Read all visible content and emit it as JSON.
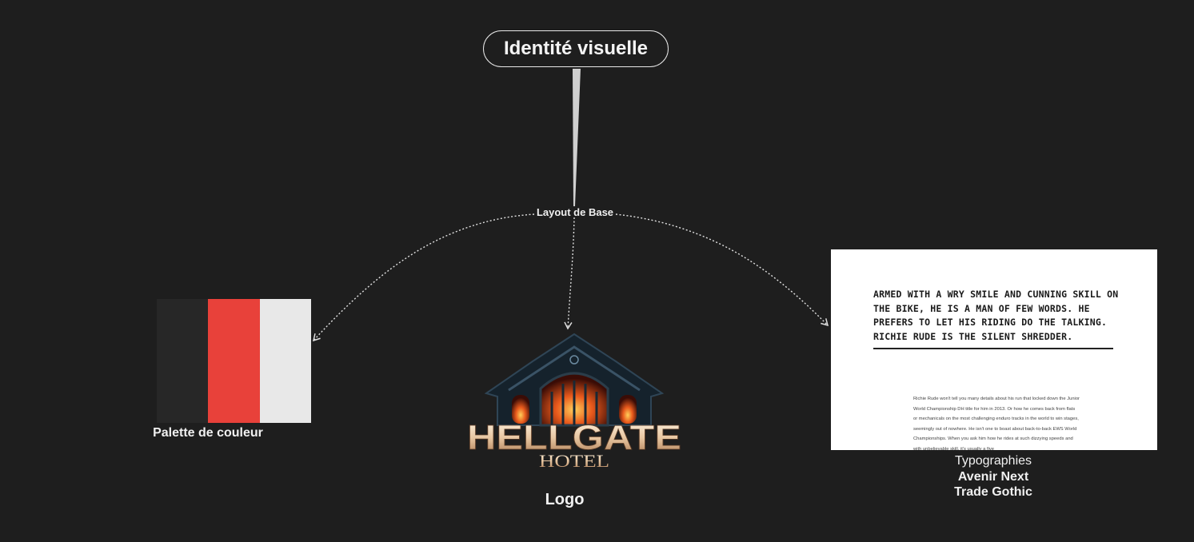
{
  "root": {
    "title": "Identité visuelle"
  },
  "hub": {
    "label": "Layout de Base"
  },
  "palette": {
    "label": "Palette de couleur",
    "swatches": [
      "#1e1e1e",
      "#272727",
      "#e8413a",
      "#e8e8e8"
    ]
  },
  "logo": {
    "label": "Logo",
    "brand_main": "HELLGATE",
    "brand_sub": "HOTEL"
  },
  "typography": {
    "label": "Typographies",
    "fonts": [
      "Avenir Next",
      "Trade Gothic"
    ],
    "sample_heading": "ARMED WITH A WRY SMILE AND CUNNING SKILL ON THE BIKE, HE IS A MAN OF FEW WORDS. HE PREFERS TO LET HIS RIDING DO THE TALKING. RICHIE RUDE IS THE SILENT SHREDDER.",
    "sample_body": "Richie Rude won't tell you many details about his run that locked down the Junior World Championship DH title for him in 2013. Or how he comes back from flats or mechanicals on the most challenging enduro tracks in the world to win stages, seemingly out of nowhere. He isn't one to boast about back-to-back EWS World Championships. When you ask him how he rides at such dizzying speeds and with unbelievable skill, it's usually a five"
  },
  "colors": {
    "background": "#1e1e1e",
    "line": "#e0e0e0",
    "accent": "#e8413a"
  }
}
